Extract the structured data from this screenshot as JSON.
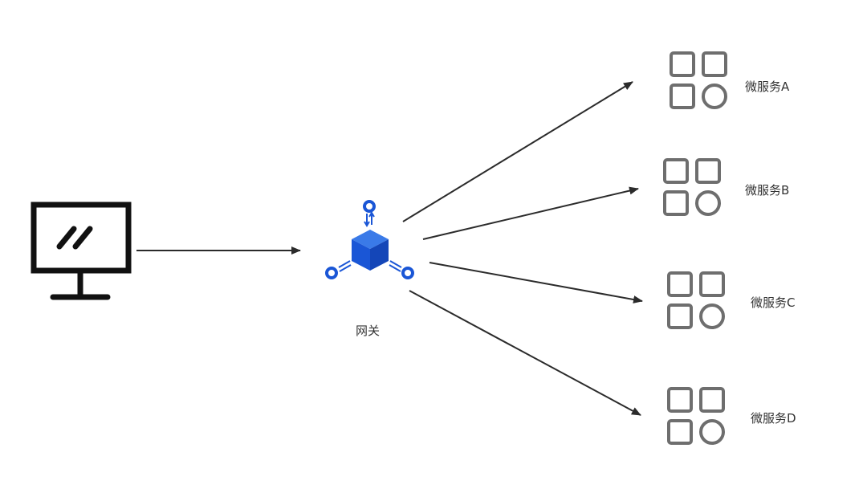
{
  "gateway": {
    "label": "网关",
    "icon": "gateway-cube-icon",
    "color": "#1a56d6"
  },
  "client": {
    "icon": "monitor-icon",
    "color": "#111111"
  },
  "microservices": [
    {
      "label": "微服务A",
      "icon": "apps-grid-icon"
    },
    {
      "label": "微服务B",
      "icon": "apps-grid-icon"
    },
    {
      "label": "微服务C",
      "icon": "apps-grid-icon"
    },
    {
      "label": "微服务D",
      "icon": "apps-grid-icon"
    }
  ],
  "colors": {
    "arrow": "#2b2b2b",
    "service_icon": "#6e6e6e",
    "label_text": "#333333"
  }
}
